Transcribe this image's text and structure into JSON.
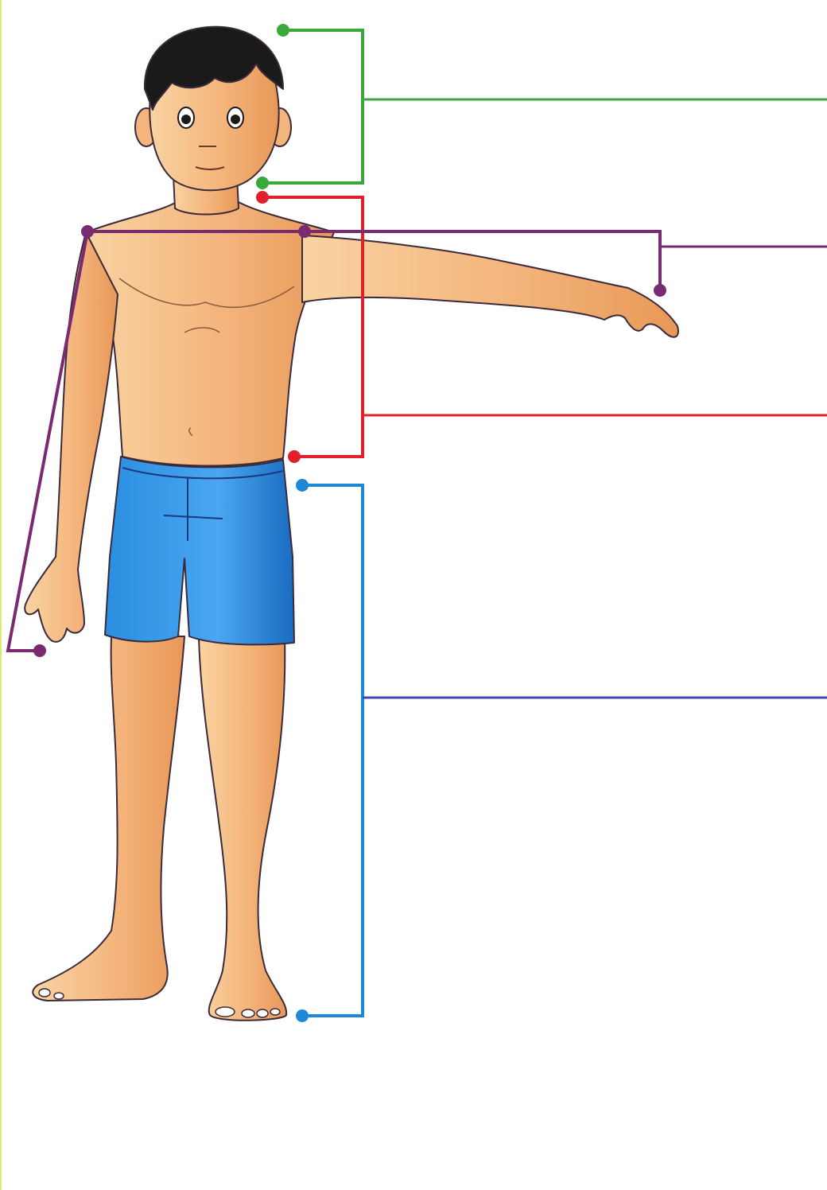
{
  "diagram": {
    "subject": "child-body-parts-worksheet",
    "colors": {
      "head": "#3aa83a",
      "trunk": "#e0202a",
      "arm": "#7a2a72",
      "leg": "#1e88d8",
      "legAnswerLine": "#3a48b0",
      "shorts": "#2a8ee0",
      "skin": "#f6c08a",
      "hair": "#1a1a1a",
      "outline": "#4a3a6a",
      "edge": "#d8ec70"
    },
    "answer_lines": [
      {
        "part": "head",
        "text": ""
      },
      {
        "part": "arm",
        "text": ""
      },
      {
        "part": "trunk",
        "text": ""
      },
      {
        "part": "leg",
        "text": ""
      }
    ]
  }
}
